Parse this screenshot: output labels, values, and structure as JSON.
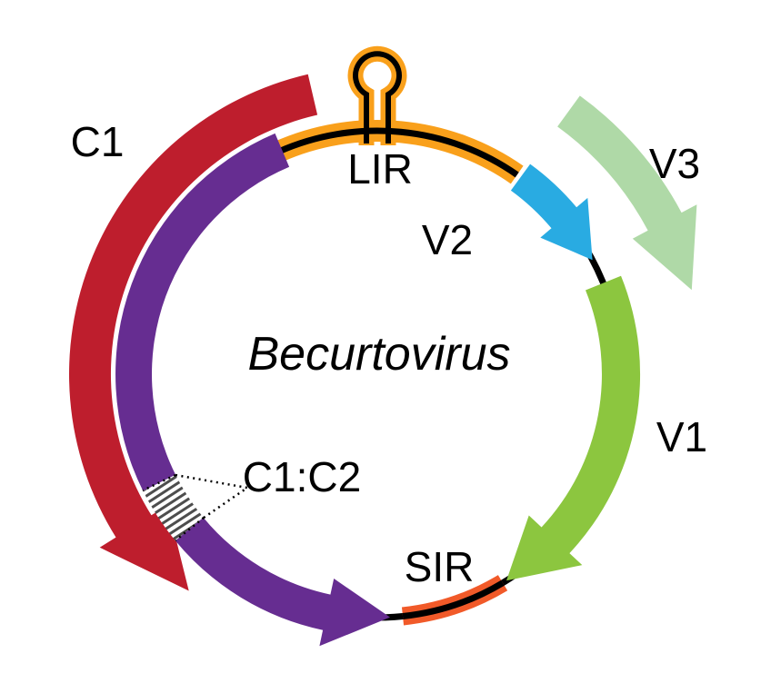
{
  "title": "Becurtovirus",
  "labels": {
    "c1": "C1",
    "c1c2": "C1:C2",
    "v1": "V1",
    "v2": "V2",
    "v3": "V3",
    "lir": "LIR",
    "sir": "SIR"
  },
  "colors": {
    "c1_arrow": "#BE1E2D",
    "c1c2_arrow": "#662D91",
    "v1_arrow": "#8CC63F",
    "v2_arrow": "#29ABE2",
    "v3_arrow": "#AFD9A7",
    "lir_region": "#F9A01B",
    "sir_region": "#F15A29",
    "backbone": "#000000",
    "splice_hatch": "#4D4D4D",
    "background": "#FFFFFF",
    "text": "#000000"
  },
  "diagram": {
    "type": "circular-genome-map",
    "genus": "Becurtovirus",
    "features": [
      {
        "name": "C1",
        "shape": "arc-arrow",
        "direction": "counterclockwise",
        "color_key": "c1_arrow",
        "position": "outer-left"
      },
      {
        "name": "C1:C2",
        "shape": "arc-arrow-with-splice-gap",
        "direction": "counterclockwise",
        "color_key": "c1c2_arrow",
        "position": "inner-left-bottom"
      },
      {
        "name": "LIR",
        "shape": "intergenic-arc-with-stem-loop",
        "color_key": "lir_region",
        "position": "top"
      },
      {
        "name": "V2",
        "shape": "arc-arrow",
        "direction": "clockwise",
        "color_key": "v2_arrow",
        "position": "top-right"
      },
      {
        "name": "V3",
        "shape": "arc-arrow",
        "direction": "clockwise",
        "color_key": "v3_arrow",
        "position": "outer-top-right"
      },
      {
        "name": "V1",
        "shape": "arc-arrow",
        "direction": "clockwise",
        "color_key": "v1_arrow",
        "position": "right-bottom"
      },
      {
        "name": "SIR",
        "shape": "intergenic-arc",
        "color_key": "sir_region",
        "position": "bottom"
      }
    ]
  }
}
